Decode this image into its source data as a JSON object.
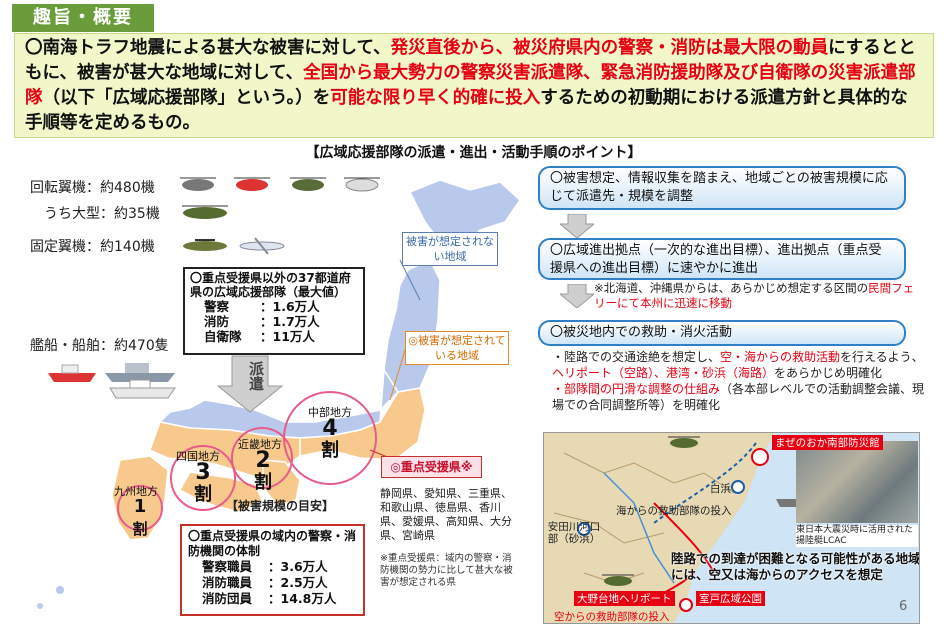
{
  "tag": "趣旨・概要",
  "summary": {
    "p1": "〇南海トラフ地震による甚大な被害に対して、",
    "r1": "発災直後から、被災府県内の警察・消防は最大限の動員",
    "p2": "にするとともに、被害が甚大な地域に対して、",
    "r2": "全国から最大勢力の警察災害派遣隊、緊急消防援助隊及び自衛隊の災害派遣部隊",
    "p3": "（以下「広域応援部隊」という。）を",
    "r3": "可能な限り早く的確に投入",
    "p4": "するための初動期における派遣方針と具体的な手順等を定めるもの。"
  },
  "heading": "【広域応援部隊の派遣・進出・活動手順のポイント】",
  "left": {
    "rotary": "回転翼機：約480機",
    "rotary_large": "うち大型：約35機",
    "fixed": "固定翼機：約140機",
    "ships": "艦船・船舶：約470隻",
    "box37_title": "〇重点受援県以外の37都道府県の広域応援部隊（最大値）",
    "box37_rows": [
      {
        "k": "警察",
        "v": "：1.6万人"
      },
      {
        "k": "消防",
        "v": "：1.7万人"
      },
      {
        "k": "自衛隊",
        "v": "：11万人"
      }
    ],
    "dispatch": "派遣",
    "callout_blue": "被害が想定されない地域",
    "callout_orange": "◎被害が想定されている地域",
    "callout_pink": "◎重点受援県※",
    "pref_list": "静岡県、愛知県、三重県、和歌山県、徳島県、香川県、愛媛県、高知県、大分県、宮崎県",
    "note_small": "※重点受援県：域内の警察・消防機関の勢力に比して甚大な被害が想定される県",
    "legend": "【被害規模の目安】",
    "regions": [
      {
        "name": "中部地方",
        "pct": "4",
        "unit": "割"
      },
      {
        "name": "近畿地方",
        "pct": "2",
        "unit": "割"
      },
      {
        "name": "四国地方",
        "pct": "3",
        "unit": "割"
      },
      {
        "name": "九州地方",
        "pct": "1",
        "unit": "割"
      }
    ],
    "boxKey_title": "〇重点受援県の域内の警察・消防機関の体制",
    "boxKey_rows": [
      {
        "k": "警察職員",
        "v": "：3.6万人"
      },
      {
        "k": "消防職員",
        "v": "：2.5万人"
      },
      {
        "k": "消防団員",
        "v": "：14.8万人"
      }
    ]
  },
  "right": {
    "step1": "〇被害想定、情報収集を踏まえ、地域ごとの被害規模に応じて派遣先・規模を調整",
    "step2": "〇広域進出拠点（一次的な進出目標）、進出拠点（重点受援県への進出目標）に速やかに進出",
    "note1_a": "※北海道、沖縄県からは、あらかじめ想定する区間の",
    "note1_r": "民間フェリーにて本州に迅速に移動",
    "step3": "〇被災地内での救助・消火活動",
    "b1_a": "・陸路での交通途絶を想定し、",
    "b1_r": "空・海からの救助活動",
    "b1_b": "を行えるよう、",
    "b1_r2": "ヘリポート（空路）、港湾・砂浜（海路）",
    "b1_c": "をあらかじめ明確化",
    "b2_r": "・部隊間の円滑な調整の仕組み",
    "b2_a": "（各本部レベルでの活動調整会議、現場での合同調整所等）を明確化"
  },
  "inset": {
    "maze": "まぜのおか南部防災館",
    "shirahama": "白浜",
    "sea_route": "海からの救助部隊の投入",
    "aida": "安田川河口部（砂浜）",
    "note": "陸路での到達が困難となる可能性がある地域には、空又は海からのアクセスを想定",
    "ohno": "大野台地ヘリポート",
    "muroto": "室戸広域公園",
    "air_route": "空からの救助部隊の投入",
    "photo_caption": "東日本大震災時に活用された揚陸艇LCAC"
  },
  "page": "6",
  "colors": {
    "tag_bg": "#6a9c3c",
    "summary_bg": "#f1f7c9",
    "red": "#e60012",
    "blue_border": "#2f80c6",
    "map_blue": "#b9c9ec",
    "map_orange": "#f7c98d"
  }
}
